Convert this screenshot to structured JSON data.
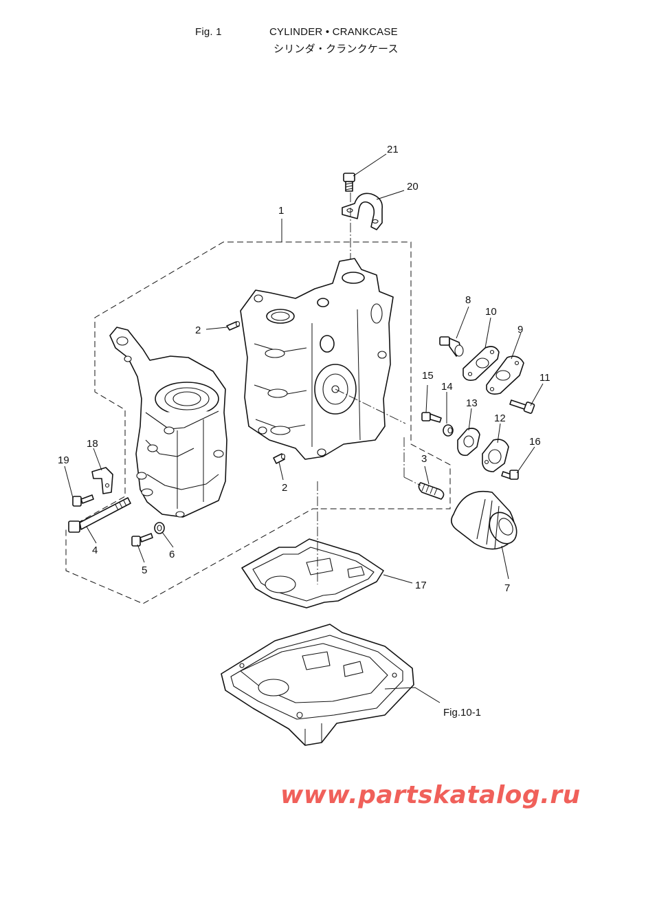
{
  "header": {
    "fig_label": "Fig. 1",
    "title_en": "CYLINDER • CRANKCASE",
    "title_jp": "シリンダ・クランクケース"
  },
  "callouts": [
    "21",
    "20",
    "1",
    "2",
    "8",
    "10",
    "9",
    "15",
    "14",
    "11",
    "13",
    "12",
    "16",
    "3",
    "18",
    "19",
    "2",
    "4",
    "5",
    "6",
    "17",
    "7"
  ],
  "reference": "Fig.10-1",
  "watermark": "www.partskatalog.ru",
  "colors": {
    "line": "#111111",
    "watermark": "#f0605a",
    "background": "#ffffff"
  }
}
